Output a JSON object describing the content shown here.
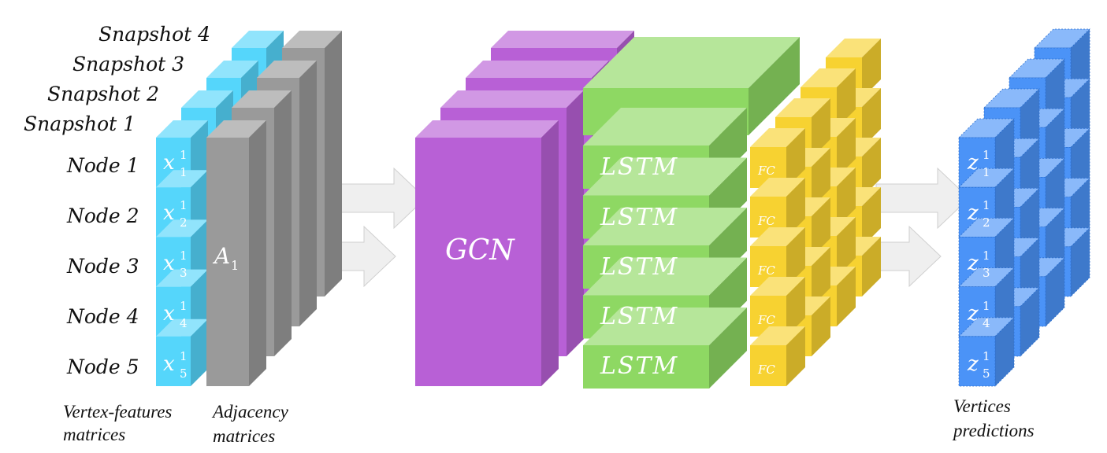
{
  "snapshots": [
    "Snapshot 1",
    "Snapshot 2",
    "Snapshot 3",
    "Snapshot 4"
  ],
  "nodes": [
    "Node 1",
    "Node 2",
    "Node 3",
    "Node 4",
    "Node 5"
  ],
  "vertex_features": [
    {
      "symbol": "x",
      "sup": "1",
      "sub": "1"
    },
    {
      "symbol": "x",
      "sup": "1",
      "sub": "2"
    },
    {
      "symbol": "x",
      "sup": "1",
      "sub": "3"
    },
    {
      "symbol": "x",
      "sup": "1",
      "sub": "4"
    },
    {
      "symbol": "x",
      "sup": "1",
      "sub": "5"
    }
  ],
  "adjacency": {
    "symbol": "A",
    "sub": "1"
  },
  "gcn_label": "GCN",
  "lstm_labels": [
    "LSTM",
    "LSTM",
    "LSTM",
    "LSTM",
    "LSTM"
  ],
  "fc_label": "FC",
  "predictions": [
    {
      "symbol": "z",
      "sup": "1",
      "sub": "1"
    },
    {
      "symbol": "z",
      "sup": "1",
      "sub": "2"
    },
    {
      "symbol": "z",
      "sup": "1",
      "sub": "3"
    },
    {
      "symbol": "z",
      "sup": "1",
      "sub": "4"
    },
    {
      "symbol": "z",
      "sup": "1",
      "sub": "5"
    }
  ],
  "captions": {
    "vertex_features": [
      "Vertex-features",
      "matrices"
    ],
    "adjacency": [
      "Adjacency",
      "matrices"
    ],
    "predictions": [
      "Vertices",
      "predictions"
    ]
  },
  "colors": {
    "cyan": "#55d6fb",
    "gray": "#9a9a9a",
    "purple": "#b860d6",
    "green": "#8ed863",
    "yellow": "#f7d231",
    "blue": "#4b93f7"
  }
}
